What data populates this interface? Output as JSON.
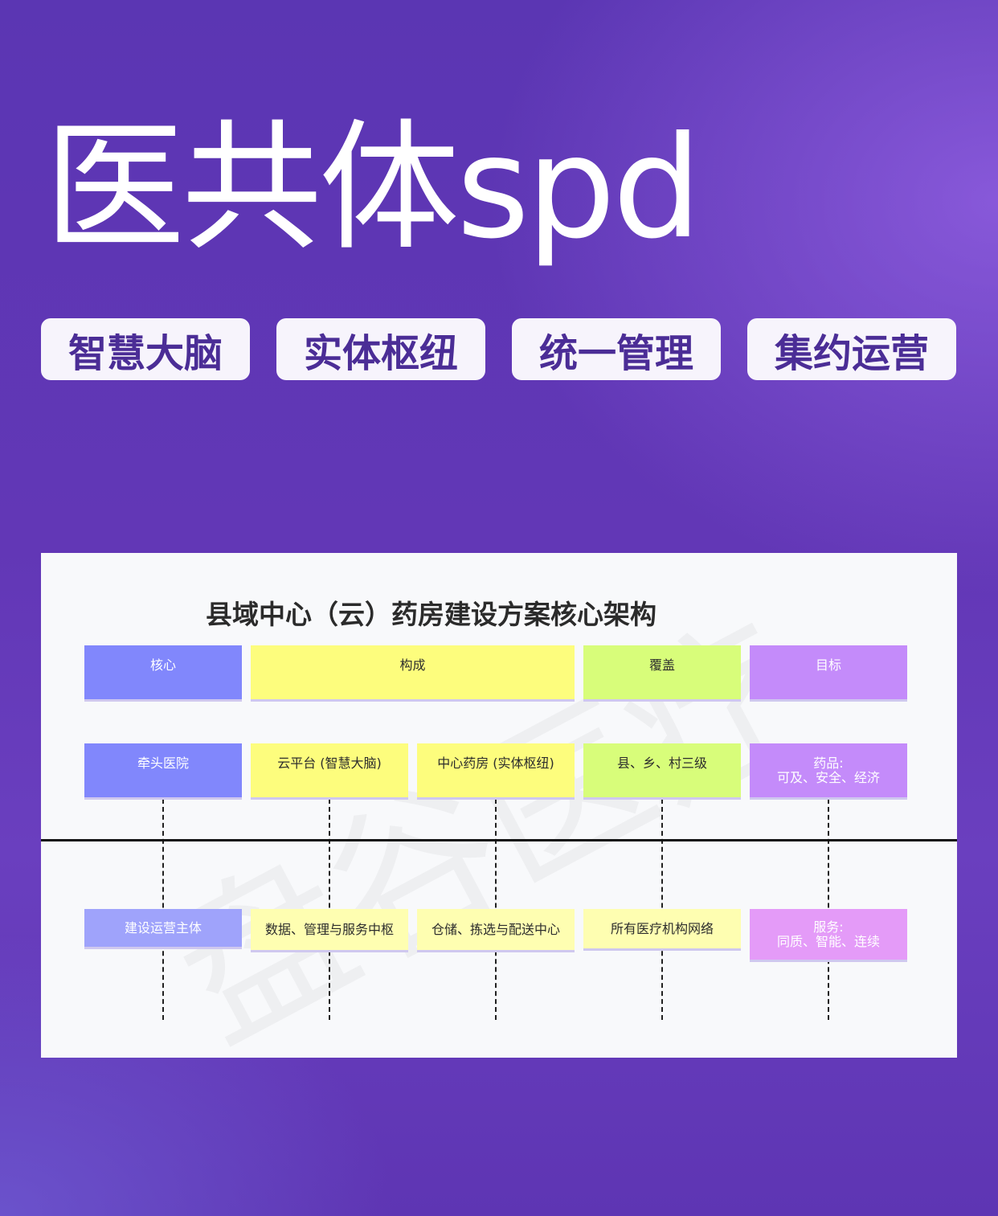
{
  "title": "医共体spd",
  "tags": [
    "智慧大脑",
    "实体枢纽",
    "统一管理",
    "集约运营"
  ],
  "diagram": {
    "title": "县域中心（云）药房建设方案核心架构",
    "watermark": "盘谷医疗",
    "headers": {
      "core": "核心",
      "composition": "构成",
      "coverage": "覆盖",
      "goal": "目标"
    },
    "row1": {
      "core": "牵头医院",
      "cloud": "云平台 (智慧大脑)",
      "center": "中心药房 (实体枢纽)",
      "coverage": "县、乡、村三级",
      "goal_line1": "药品:",
      "goal_line2": "可及、安全、经济"
    },
    "row2": {
      "core": "建设运营主体",
      "cloud": "数据、管理与服务中枢",
      "center": "仓储、拣选与配送中心",
      "coverage": "所有医疗机构网络",
      "goal_line1": "服务:",
      "goal_line2": "同质、智能、连续"
    },
    "colors": {
      "blue": "#8187fc",
      "yellow": "#fdfd7d",
      "lime": "#d8fd7a",
      "purple": "#c48bfa"
    }
  }
}
